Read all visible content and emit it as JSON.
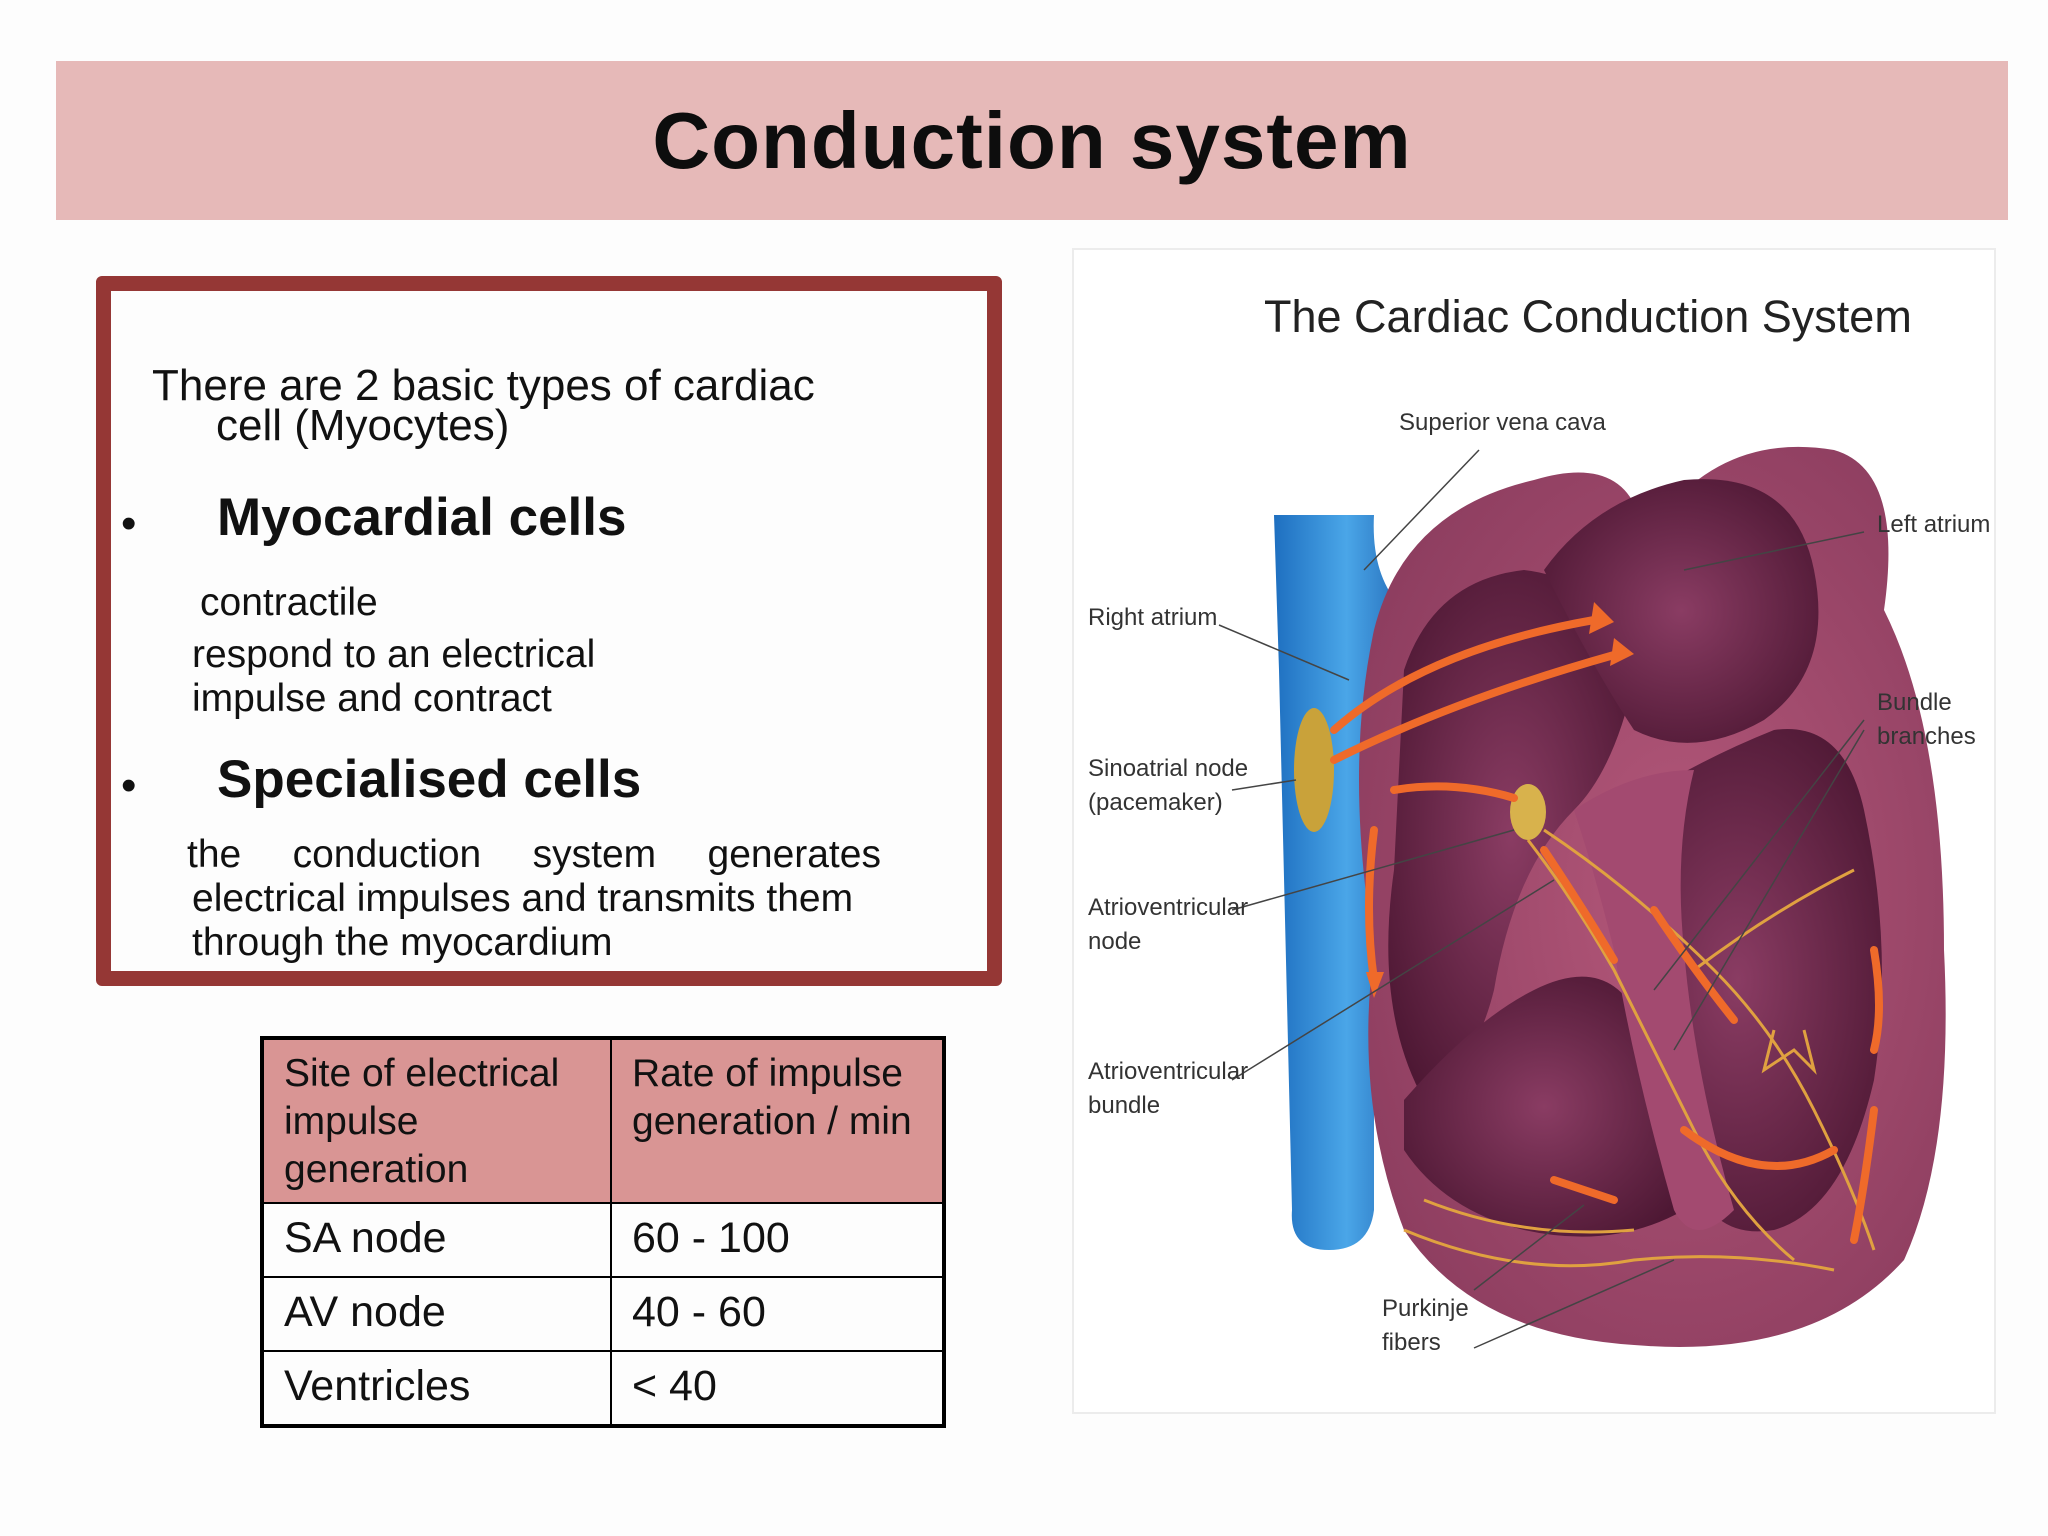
{
  "slide": {
    "title": "Conduction system"
  },
  "text_box": {
    "intro_line1": "There are 2 basic types of cardiac",
    "intro_line2": "cell  (Myocytes)",
    "bullet_char": "•",
    "items": [
      {
        "heading": "Myocardial cells",
        "lines": [
          "contractile",
          "respond to an electrical",
          "impulse  and contract"
        ]
      },
      {
        "heading": "Specialised cells",
        "line1_words": [
          "the",
          "conduction",
          "system",
          "generates"
        ],
        "lines": [
          "electrical  impulses and transmits them",
          "through the  myocardium"
        ]
      }
    ]
  },
  "table": {
    "headers": [
      "Site of electrical impulse generation",
      "Rate of impulse generation / min"
    ],
    "rows": [
      [
        "SA node",
        "60 - 100"
      ],
      [
        "AV node",
        "40 - 60"
      ],
      [
        "Ventricles",
        "< 40"
      ]
    ]
  },
  "diagram": {
    "title": "The Cardiac Conduction System",
    "labels": {
      "svc": "Superior vena cava",
      "left_atrium": "Left atrium",
      "right_atrium": "Right atrium",
      "bundle_branches_1": "Bundle",
      "bundle_branches_2": "branches",
      "sa_node_1": "Sinoatrial node",
      "sa_node_2": "(pacemaker)",
      "av_node_1": "Atrioventricular",
      "av_node_2": "node",
      "av_bundle_1": "Atrioventricular",
      "av_bundle_2": "bundle",
      "purkinje_1": "Purkinje",
      "purkinje_2": "fibers"
    }
  },
  "colors": {
    "title_band": "#e6b9b8",
    "box_border": "#953735",
    "table_header": "#d99594"
  }
}
